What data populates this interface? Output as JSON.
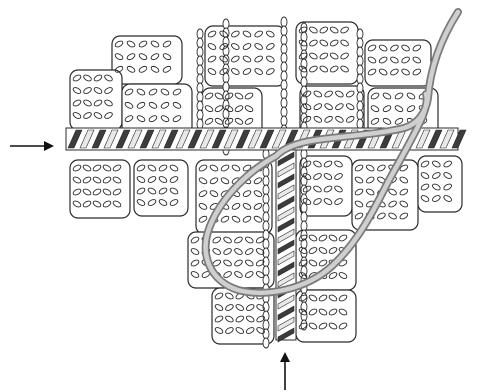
{
  "diagram": {
    "kind": "crochet joining illustration",
    "colors": {
      "background": "#ffffff",
      "fabric_outline": "#2a2a2a",
      "fabric_fill": "#ffffff",
      "joining_yarn_dark": "#3c3c3c",
      "joining_yarn_light": "#e8e8e8",
      "working_yarn_outer": "#7a7a7a",
      "working_yarn_inner": "#cfcfcf",
      "arrow": "#111111"
    },
    "markers": [
      {
        "name": "horizontal-row-arrow",
        "direction": "right",
        "icon": "arrow-right-icon"
      },
      {
        "name": "vertical-row-arrow",
        "direction": "up",
        "icon": "arrow-up-icon"
      }
    ]
  }
}
